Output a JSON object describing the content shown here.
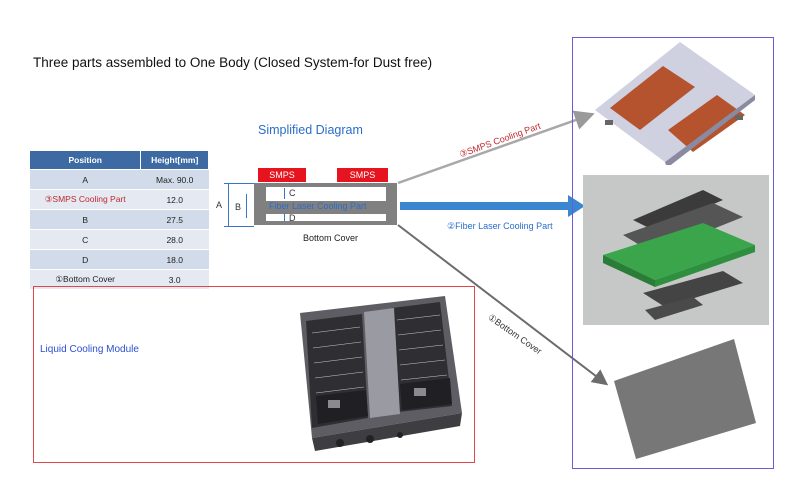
{
  "title": "Three parts assembled to One Body (Closed System-for Dust free)",
  "table": {
    "headers": [
      "Position",
      "Height[mm]"
    ],
    "rows": [
      [
        "A",
        "Max. 90.0"
      ],
      [
        "③SMPS Cooling Part",
        "12.0"
      ],
      [
        "B",
        "27.5"
      ],
      [
        "C",
        "28.0"
      ],
      [
        "D",
        "18.0"
      ],
      [
        "①Bottom Cover",
        "3.0"
      ]
    ]
  },
  "diagram": {
    "title": "Simplified Diagram",
    "smps_left": "SMPS",
    "smps_right": "SMPS",
    "laser_part": "Fiber Laser Cooling Part",
    "bottom_cover": "Bottom Cover",
    "dims": {
      "a": "A",
      "b": "B",
      "c": "C",
      "d": "D"
    }
  },
  "module": {
    "label": "Liquid Cooling Module"
  },
  "arrows": {
    "smps": "③SMPS Cooling Part",
    "laser": "②Fiber Laser Cooling Part",
    "bottom": "①Bottom Cover"
  },
  "colors": {
    "header_blue": "#3d6aa3",
    "smps_red": "#e5141e",
    "diagram_blue": "#2b6dc9",
    "module_border": "#e0474c",
    "panel_border": "#6a5bd6",
    "plate_copper": "#b5532e",
    "plate_green": "#3aa54a"
  }
}
